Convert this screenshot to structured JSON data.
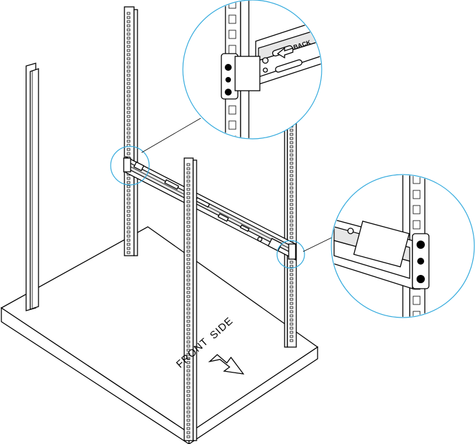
{
  "diagram": {
    "floor_label_part1": "FRONT",
    "floor_label_part2": "SIDE",
    "rail_back_label": "BACK",
    "colors": {
      "callout_stroke": "#33aadd",
      "line": "#000000",
      "background": "#ffffff"
    },
    "icons": [
      "arrow-right-down-icon",
      "arrow-left-icon"
    ]
  }
}
